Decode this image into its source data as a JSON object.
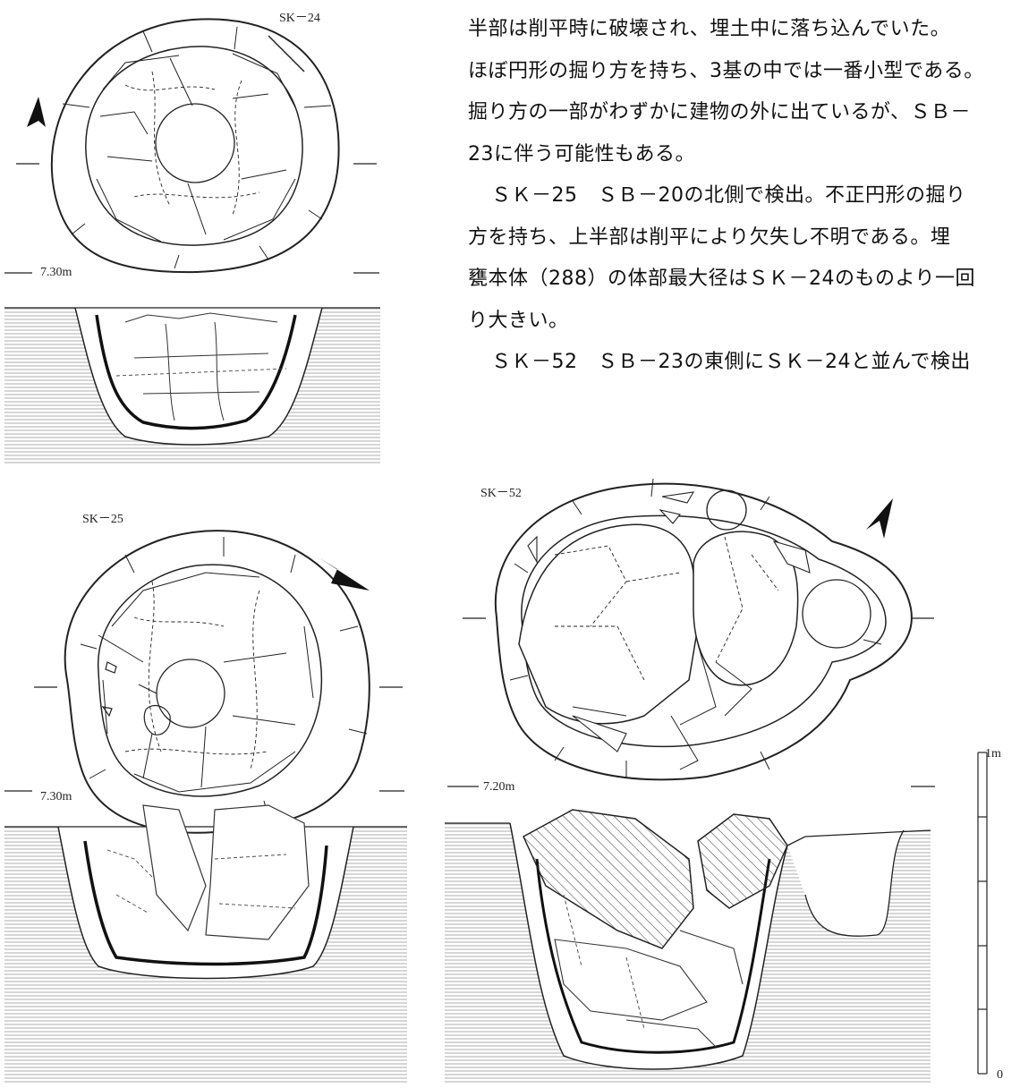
{
  "labels": {
    "sk24": "SK－24",
    "sk25": "SK－25",
    "sk52": "SK－52",
    "elev_sk24": "7.30m",
    "elev_sk25": "7.30m",
    "elev_sk52": "7.20m",
    "scale_top": "1m",
    "scale_bottom": "0"
  },
  "text": {
    "lines": [
      "半部は削平時に破壊され、埋土中に落ち込んでいた。",
      "ほぼ円形の掘り方を持ち、3基の中では一番小型である。",
      "掘り方の一部がわずかに建物の外に出ているが、ＳＢ－",
      "23に伴う可能性もある。",
      "ＳＫ－25　ＳＢ－20の北側で検出。不正円形の掘り",
      "方を持ち、上半部は削平により欠失し不明である。埋",
      "甕本体（288）の体部最大径はＳＫ－24のものより一回",
      "り大きい。",
      "ＳＫ－52　ＳＢ－23の東側にＳＫ－24と並んで検出"
    ]
  }
}
